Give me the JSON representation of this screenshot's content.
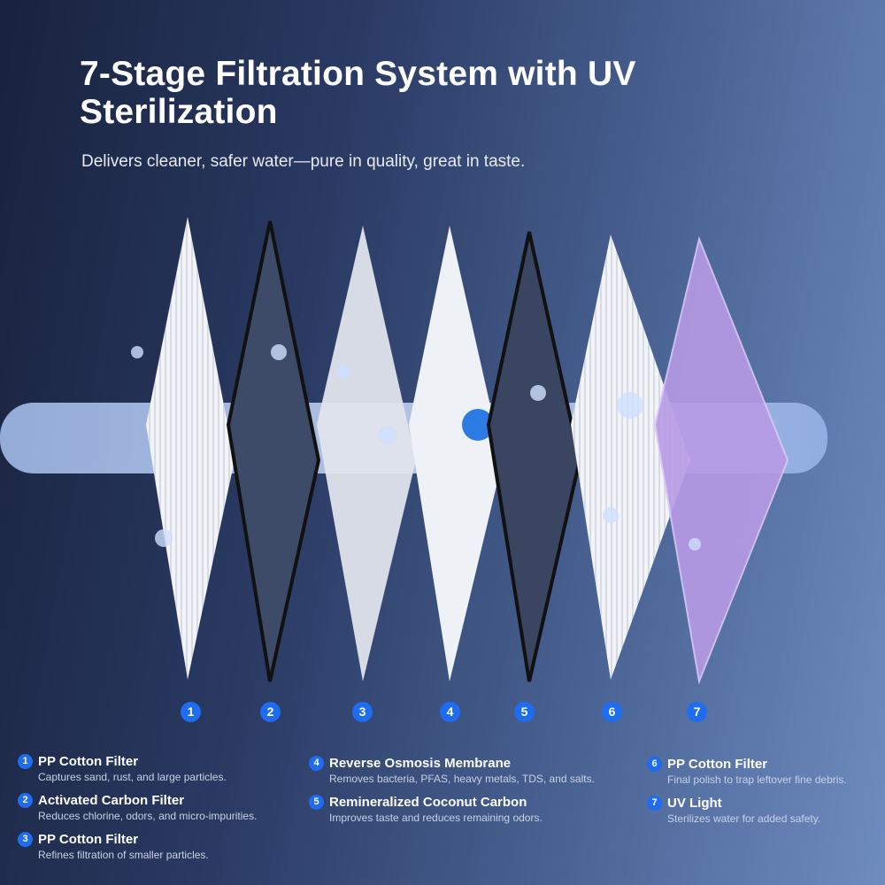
{
  "header": {
    "title": "7-Stage Filtration System with UV Sterilization",
    "subtitle": "Delivers cleaner, safer water—pure in quality, great in taste."
  },
  "colors": {
    "badge": "#1e6cf0",
    "uv": "#b89be6",
    "carbon": "#3d4a68",
    "white_filter": "#eef1f6"
  },
  "stage_numbers": [
    "1",
    "2",
    "3",
    "4",
    "5",
    "6",
    "7"
  ],
  "stages": [
    {
      "num": "1",
      "name": "PP Cotton Filter",
      "desc": "Captures sand, rust, and large particles."
    },
    {
      "num": "2",
      "name": "Activated Carbon Filter",
      "desc": "Reduces chlorine, odors, and micro-impurities."
    },
    {
      "num": "3",
      "name": "PP Cotton Filter",
      "desc": "Refines filtration of smaller particles."
    },
    {
      "num": "4",
      "name": "Reverse Osmosis Membrane",
      "desc": "Removes bacteria, PFAS, heavy metals, TDS, and salts."
    },
    {
      "num": "5",
      "name": "Remineralized Coconut Carbon",
      "desc": "Improves taste and reduces remaining odors."
    },
    {
      "num": "6",
      "name": "PP Cotton Filter",
      "desc": "Final polish to trap leftover fine debris."
    },
    {
      "num": "7",
      "name": "UV Light",
      "desc": "Sterilizes water for added safety."
    }
  ]
}
